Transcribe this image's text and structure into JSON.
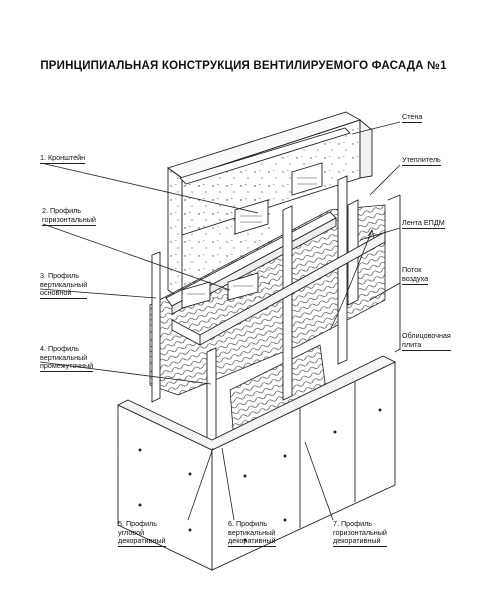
{
  "title": "ПРИНЦИПИАЛЬНАЯ КОНСТРУКЦИЯ ВЕНТИЛИРУЕМОГО ФАСАДА №1",
  "left_labels": [
    {
      "line1": "1. Кронштейн",
      "line2": ""
    },
    {
      "line1": "2. Профиль",
      "line2": "горизонтальный"
    },
    {
      "line1": "3. Профиль",
      "line2": "вертикальный",
      "line3": "основной"
    },
    {
      "line1": "4. Профиль",
      "line2": "вертикальный",
      "line3": "промежуточный"
    }
  ],
  "right_labels": [
    {
      "line1": "Стена",
      "line2": ""
    },
    {
      "line1": "Утеплитель",
      "line2": ""
    },
    {
      "line1": "Лента ЕПДМ",
      "line2": ""
    },
    {
      "line1": "Поток",
      "line2": "воздуха"
    },
    {
      "line1": "Облицовочная",
      "line2": "плита"
    }
  ],
  "bottom_labels": [
    {
      "line1": "5. Профиль",
      "line2": "угловой",
      "line3": "декоративный"
    },
    {
      "line1": "6. Профиль",
      "line2": "вертикальный",
      "line3": "декоративный"
    },
    {
      "line1": "7. Профиль",
      "line2": "горизонтальный",
      "line3": "декоративный"
    }
  ],
  "colors": {
    "ink": "#222222",
    "paper": "#ffffff",
    "light": "#f4f4f4"
  }
}
